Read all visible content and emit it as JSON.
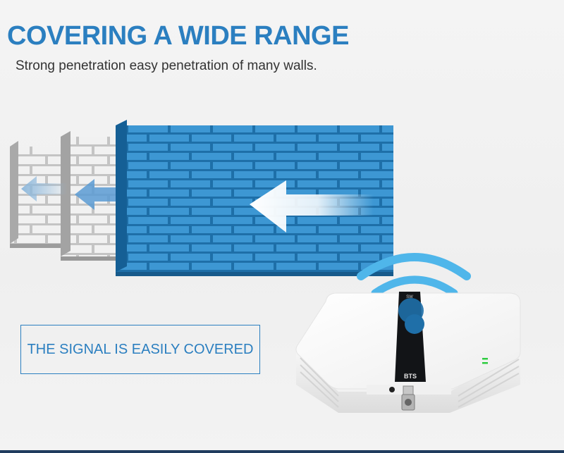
{
  "headline": "COVERING A WIDE RANGE",
  "subline": "Strong penetration easy penetration of many walls.",
  "callout": "THE SIGNAL IS EASILY COVERED",
  "device": {
    "top_label": "SW",
    "bottom_label": "BTS"
  },
  "colors": {
    "accent": "#2b7fc0",
    "wall_blue": "#3a95d2",
    "wall_grey": "#bdbdbd",
    "wifi_blue": "#4fb6ea",
    "led_green": "#2ecc40"
  },
  "icons": [
    "wall-icon",
    "arrow-icon",
    "wifi-signal-icon",
    "router-icon",
    "antenna-connector-icon"
  ]
}
